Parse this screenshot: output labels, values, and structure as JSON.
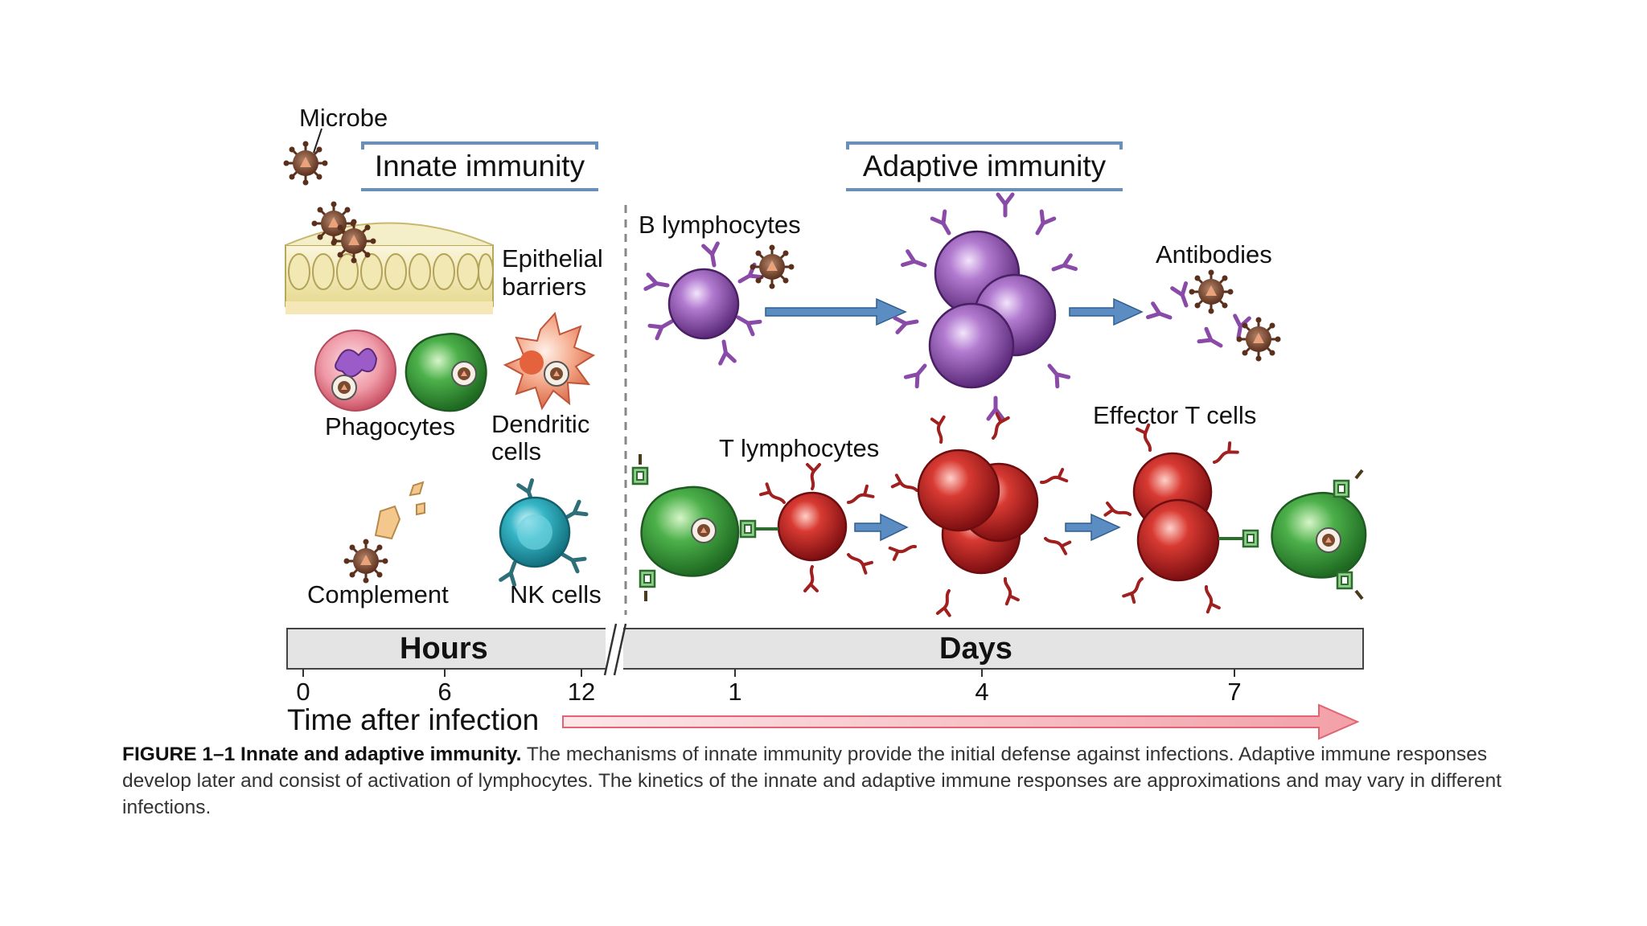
{
  "headers": {
    "innate": "Innate immunity",
    "adaptive": "Adaptive immunity"
  },
  "labels": {
    "microbe": "Microbe",
    "epithelial_1": "Epithelial",
    "epithelial_2": "barriers",
    "phagocytes": "Phagocytes",
    "dendritic_1": "Dendritic",
    "dendritic_2": "cells",
    "complement": "Complement",
    "nk_cells": "NK cells",
    "b_lymphocytes": "B lymphocytes",
    "antibodies": "Antibodies",
    "t_lymphocytes": "T lymphocytes",
    "effector_t_cells": "Effector T cells"
  },
  "timeline": {
    "hours": "Hours",
    "days": "Days",
    "ticks": [
      "0",
      "6",
      "12",
      "1",
      "4",
      "7"
    ],
    "axis_label": "Time after infection"
  },
  "caption": {
    "figure_label": "FIGURE 1–1 Innate and adaptive immunity.",
    "text": "The mechanisms of innate immunity provide the initial defense against infections. Adaptive immune responses develop later and consist of activation of lymphocytes. The kinetics of the innate and adaptive immune responses are approximations and may vary in different infections."
  },
  "colors": {
    "header_rule": "#6a8fb8",
    "arrow_blue": "#5b8cc2",
    "b_cell": "#8a4aa8",
    "t_cell": "#c62828",
    "apc_green": "#3d9a3d",
    "nk_teal": "#2aa3b3",
    "time_arrow": "#f08a92"
  }
}
